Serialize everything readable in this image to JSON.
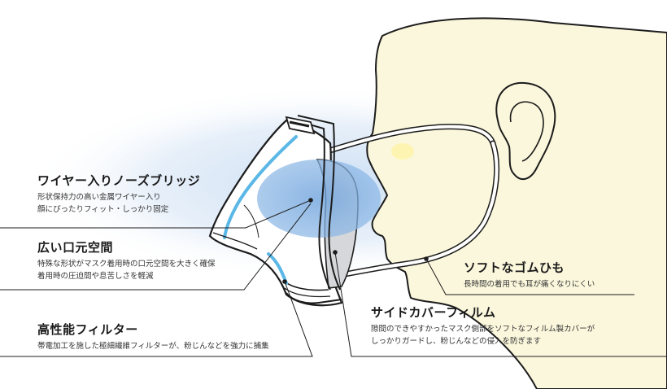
{
  "callouts": {
    "nose_bridge": {
      "title": "ワイヤー入りノーズブリッジ",
      "desc_line1": "形状保持力の高い金属ワイヤー入り",
      "desc_line2": "顔にぴったりフィット・しっかり固定"
    },
    "mouth_space": {
      "title": "広い口元空間",
      "desc_line1": "特殊な形状がマスク着用時の口元空間を大きく確保",
      "desc_line2": "着用時の圧迫間や息苦しさを軽減"
    },
    "filter": {
      "title": "高性能フィルター",
      "desc_line1": "帯電加工を施した極細繊維フィルターが、粉じんなどを強力に捕集"
    },
    "ear_strap": {
      "title": "ソフトなゴムひも",
      "desc_line1": "長時間の着用でも耳が痛くなりにくい"
    },
    "side_cover": {
      "title": "サイドカバーフィルム",
      "desc_line1": "隙間のできやすかったマスク側部をソフトなフィルム製カバーが",
      "desc_line2": "しっかりガードし、粉じんなどの侵入を防ぎます"
    }
  },
  "colors": {
    "face_fill": "#fbf7dc",
    "outline": "#1c1c1c",
    "wire_blue": "#5ab7e6",
    "breath_blue": "#7faee0",
    "halo_blue": "#dceaf8"
  }
}
